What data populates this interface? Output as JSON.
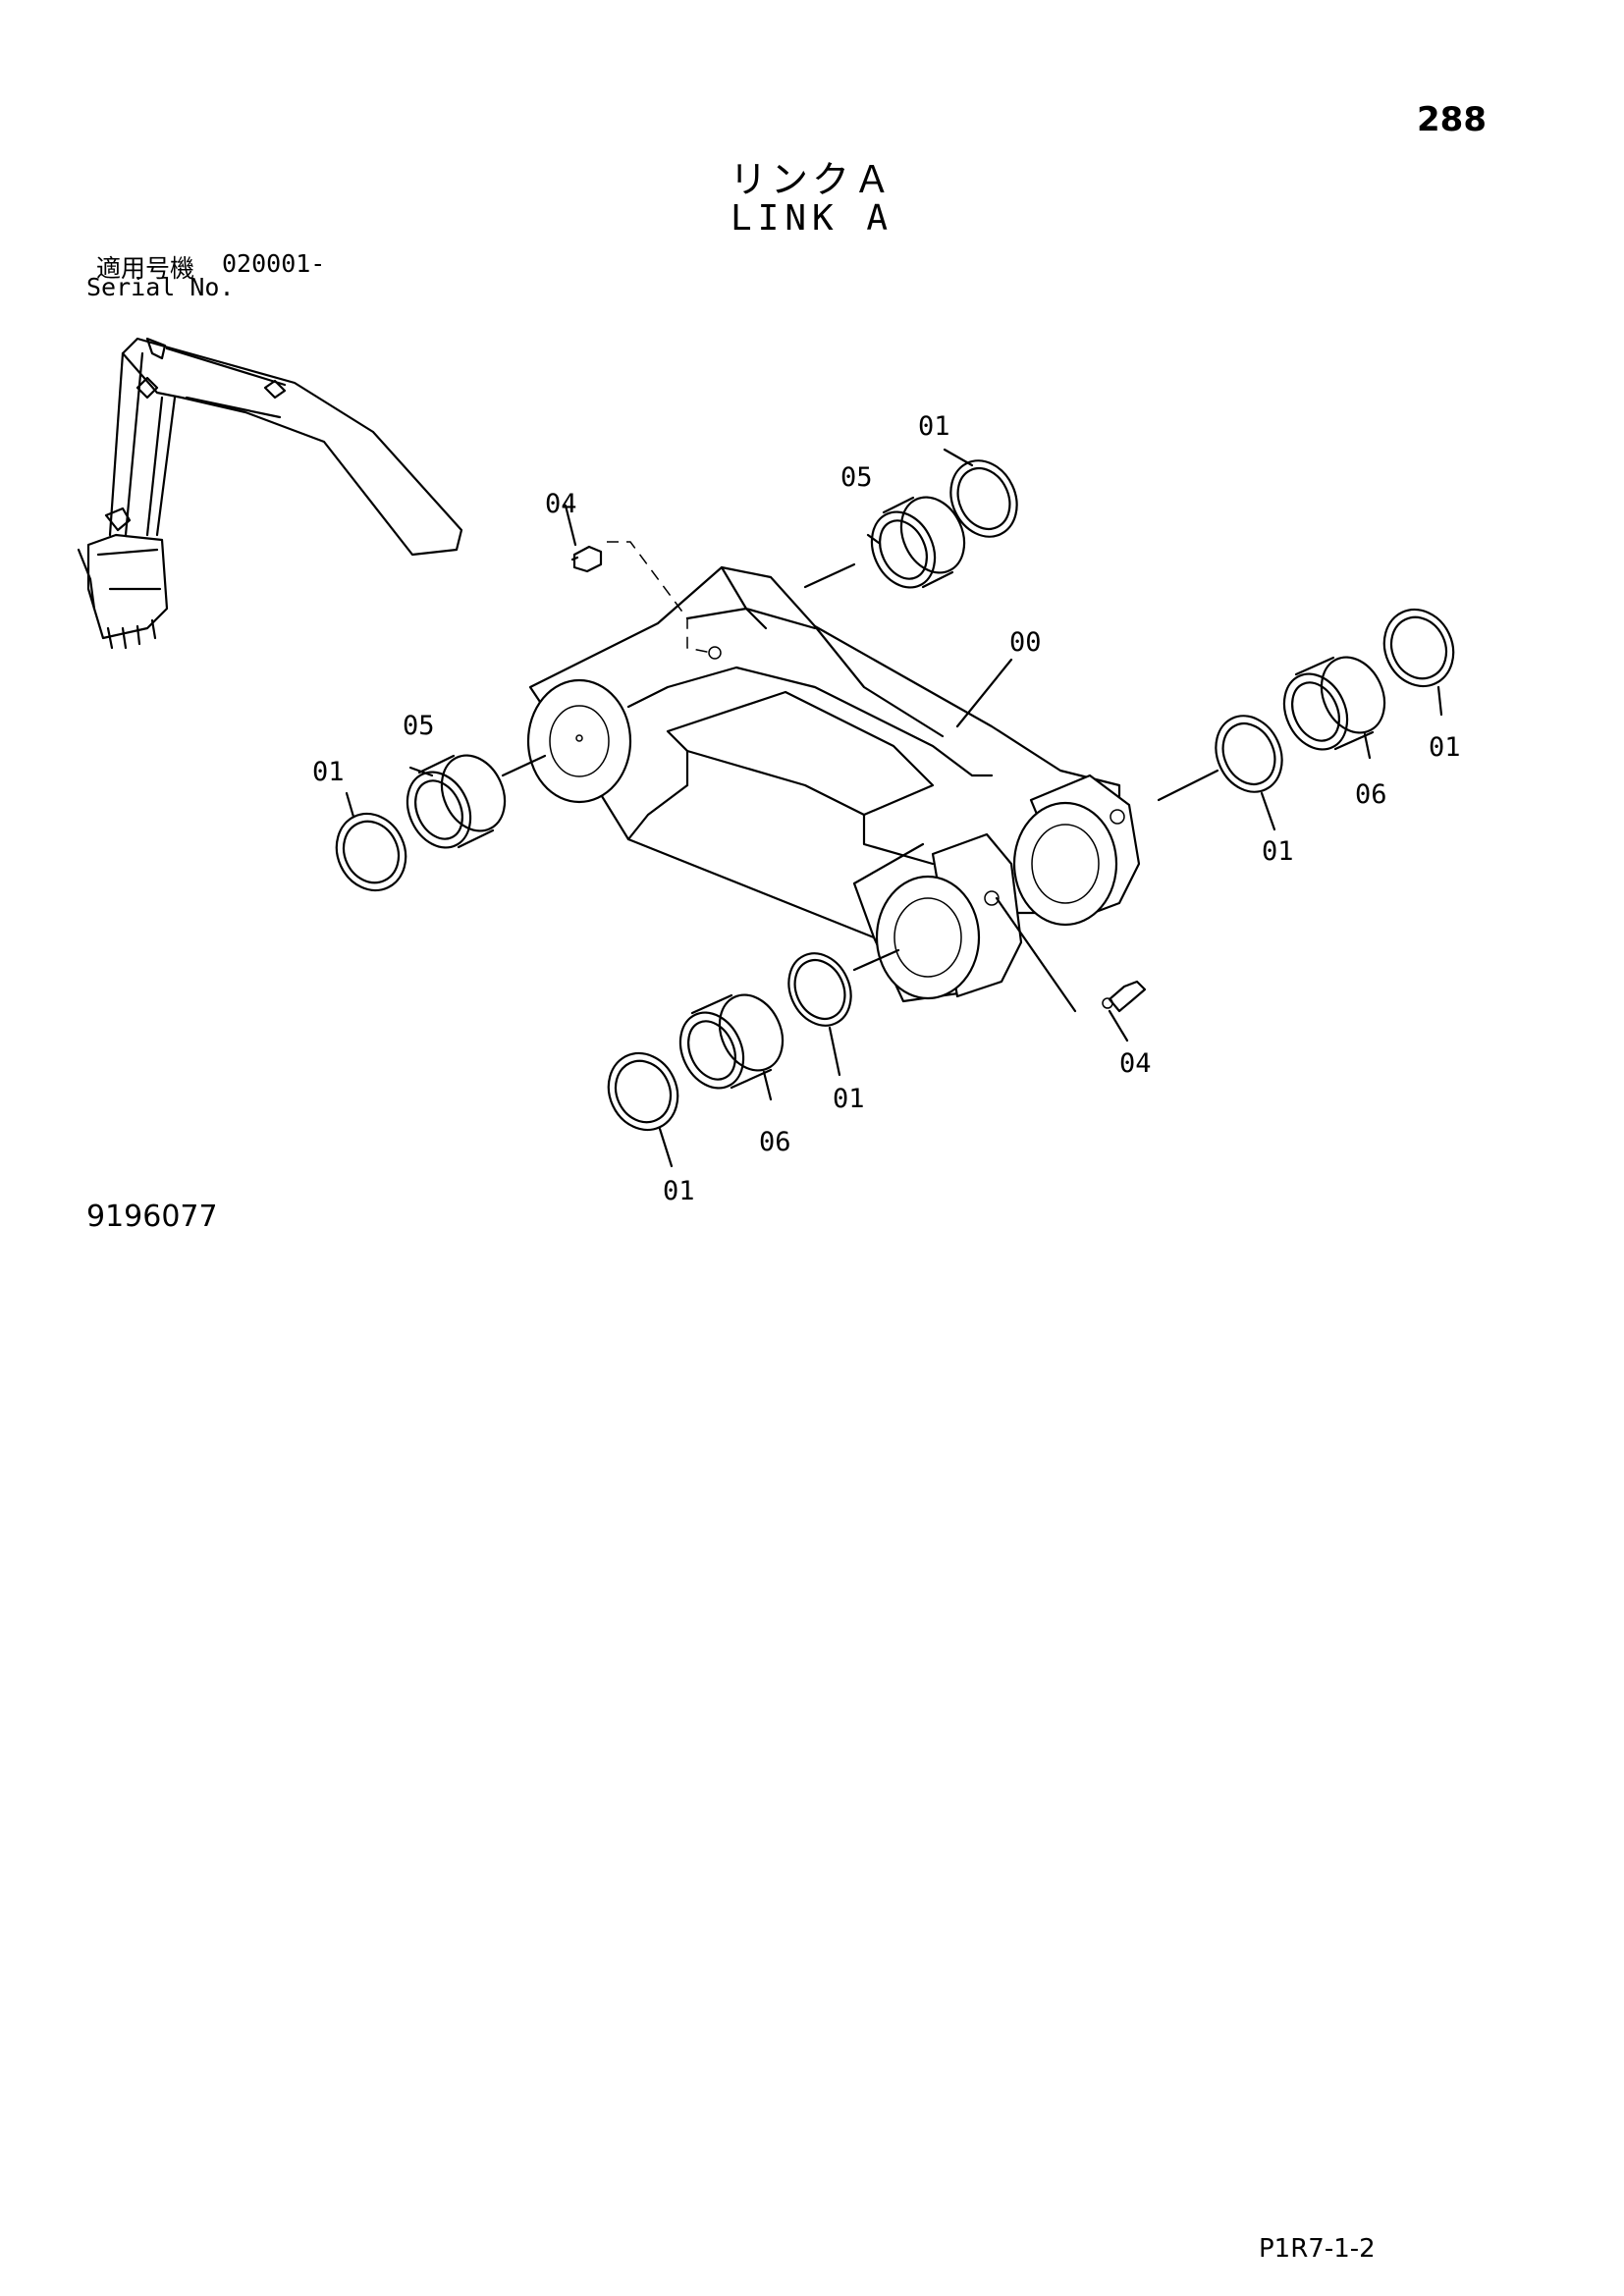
{
  "header": {
    "page_number": "288",
    "title_ja": "リンクＡ",
    "title_en": "LINK A"
  },
  "serial": {
    "label_ja": "適用号機",
    "number": "020001-",
    "label_en": "Serial No."
  },
  "callouts": {
    "c1": "01",
    "c2": "05",
    "c3": "04",
    "c4": "00",
    "c5": "01",
    "c6": "06",
    "c7": "01",
    "c8": "05",
    "c9": "01",
    "c10": "04",
    "c11": "01",
    "c12": "06",
    "c13": "01"
  },
  "footer": {
    "drawing_number": "9196077",
    "page_code": "P1R7-1-2"
  }
}
